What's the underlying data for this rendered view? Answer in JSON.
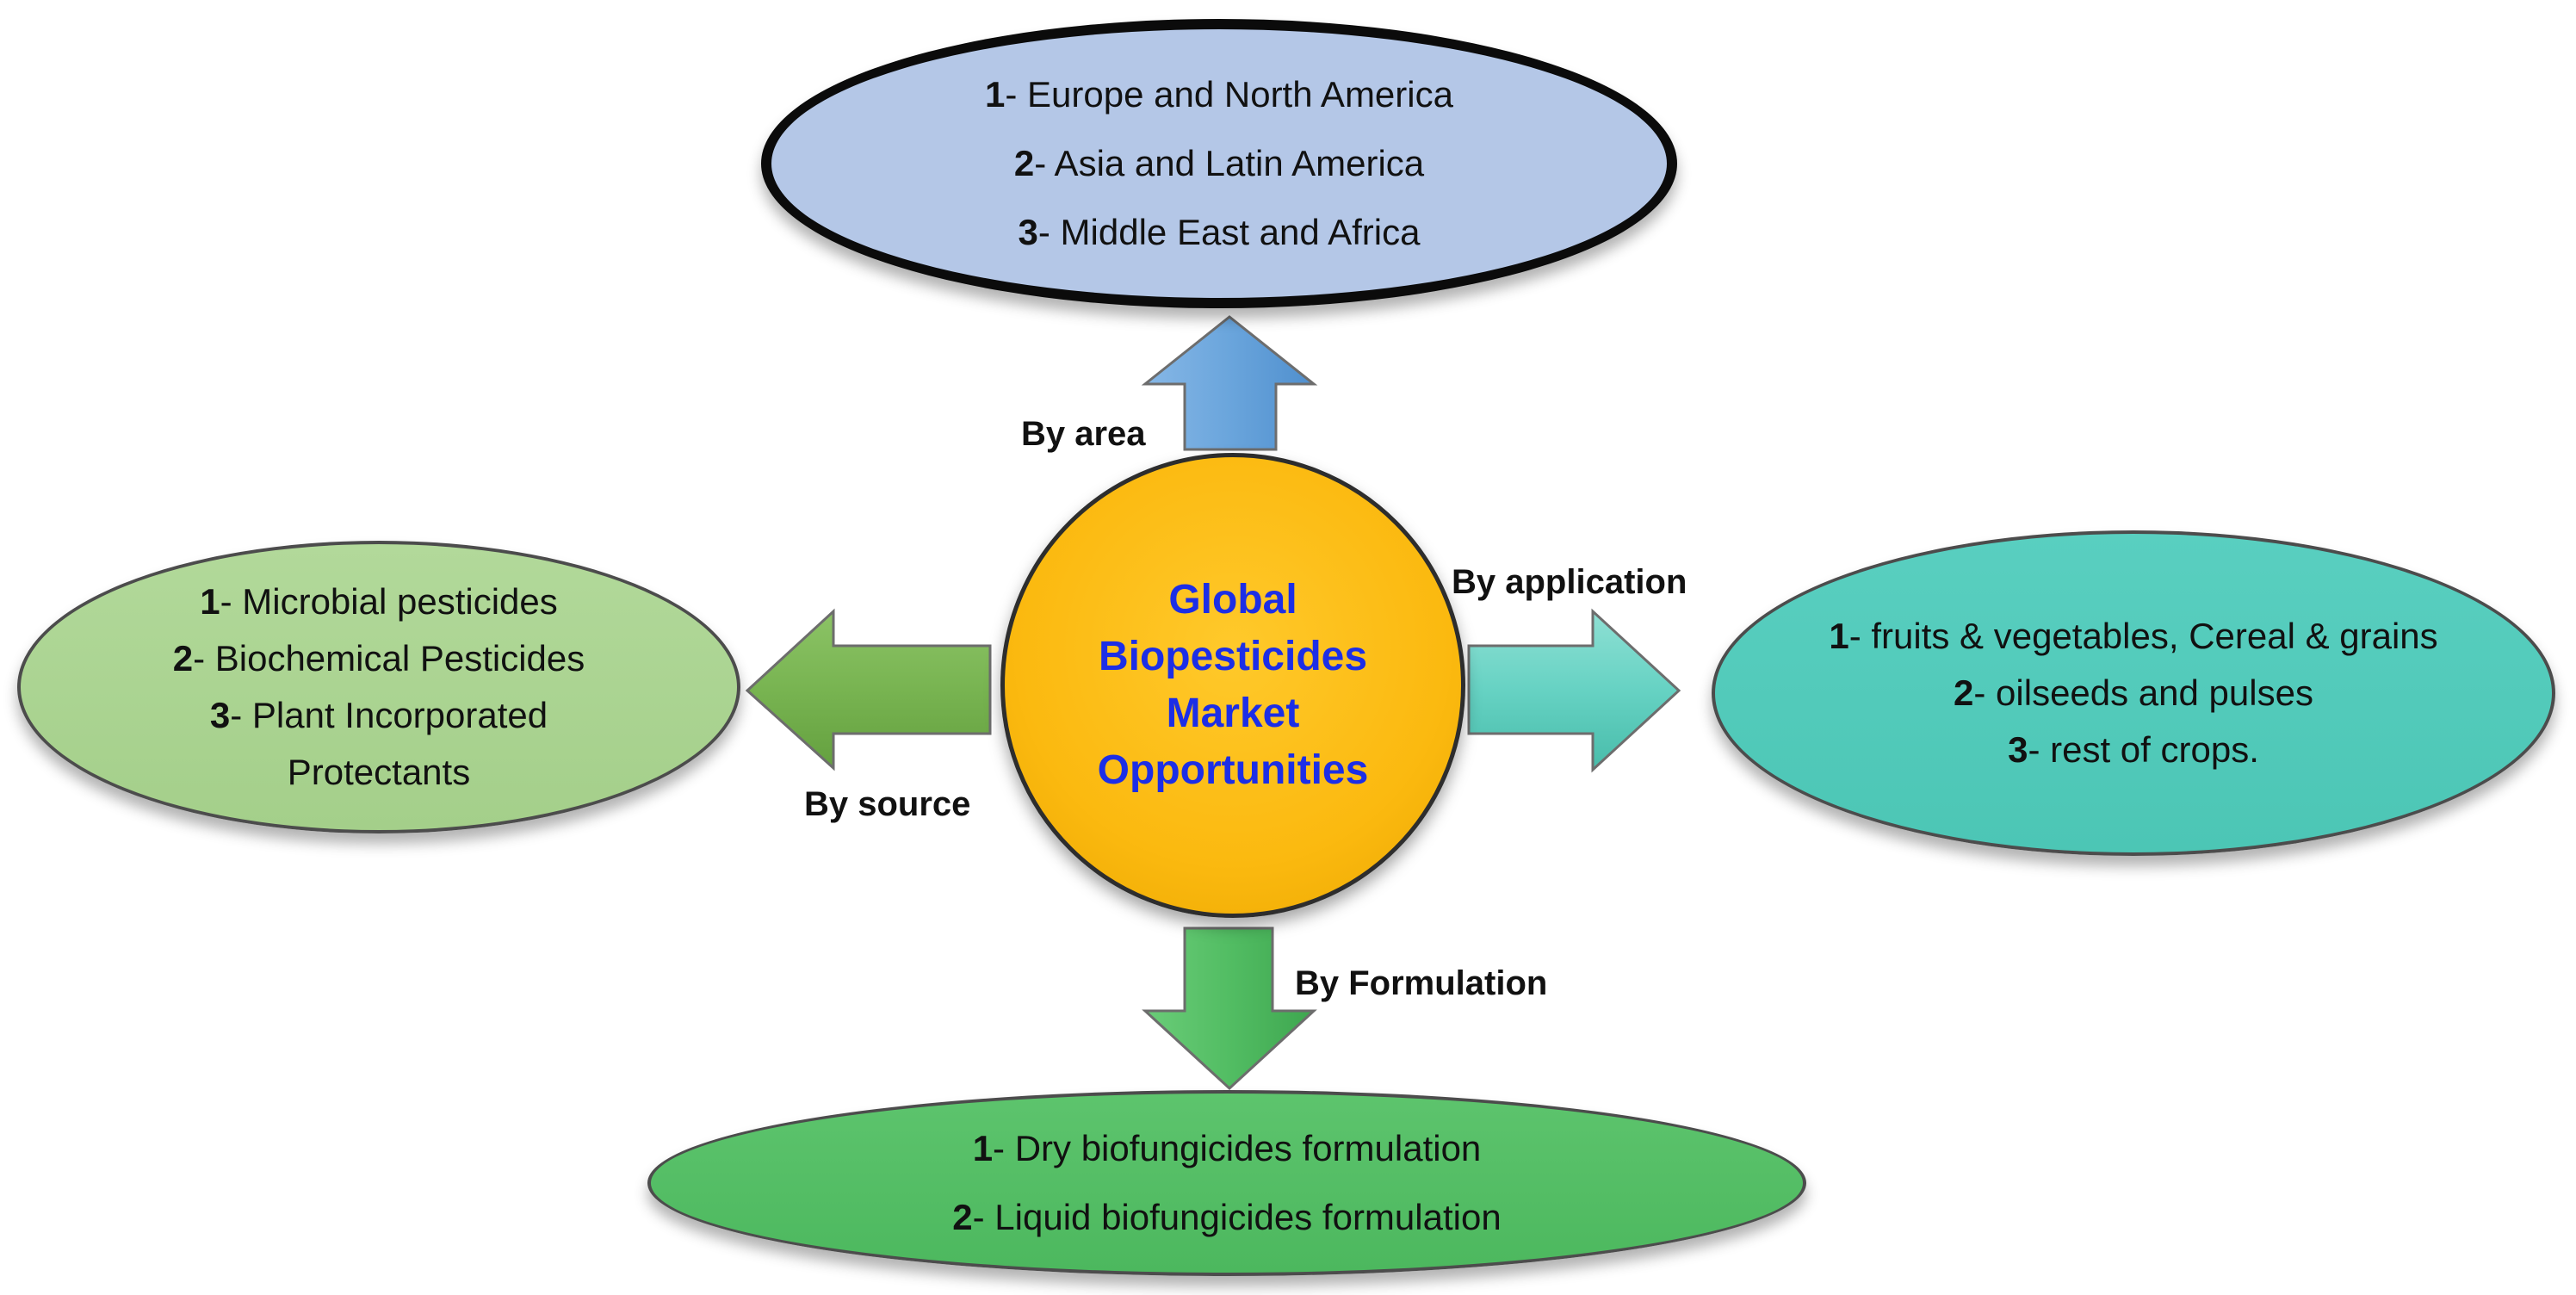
{
  "center": {
    "title": "Global Biopesticides Market Opportunities"
  },
  "branches": {
    "area": {
      "label": "By area",
      "items": [
        {
          "num": "1",
          "text": "- Europe and North America"
        },
        {
          "num": "2",
          "text": "- Asia and Latin America"
        },
        {
          "num": "3",
          "text": "- Middle East and Africa"
        }
      ]
    },
    "source": {
      "label": "By source",
      "items": [
        {
          "num": "1",
          "text": "- Microbial pesticides"
        },
        {
          "num": "2",
          "text": "- Biochemical Pesticides"
        },
        {
          "num": "3",
          "text": "- Plant Incorporated Protectants"
        }
      ]
    },
    "application": {
      "label": "By application",
      "items": [
        {
          "num": "1",
          "text": "- fruits & vegetables, Cereal & grains"
        },
        {
          "num": "2",
          "text": "- oilseeds and pulses"
        },
        {
          "num": "3",
          "text": "- rest of crops."
        }
      ]
    },
    "formulation": {
      "label": "By Formulation",
      "items": [
        {
          "num": "1",
          "text": "- Dry biofungicides formulation"
        },
        {
          "num": "2",
          "text": "- Liquid biofungicides formulation"
        }
      ]
    }
  },
  "colors": {
    "center_fill": "#fbb90f",
    "center_text": "#1c2ee6",
    "area_fill": "#b4c7e7",
    "area_arrow": "#5b9bd5",
    "source_fill": "#a9d18e",
    "source_arrow": "#70ad47",
    "application_fill": "#4fc9b9",
    "application_arrow": "#5fcfc0",
    "formulation_fill": "#52bd63",
    "formulation_arrow": "#4cb85c"
  }
}
